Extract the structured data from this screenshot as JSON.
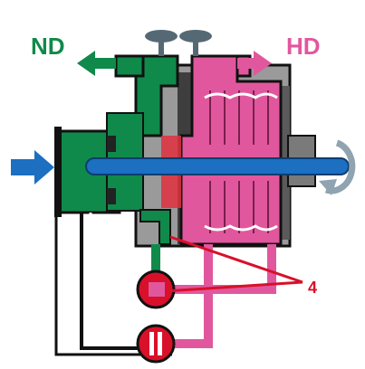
{
  "labels": {
    "low_pressure": "ND",
    "high_pressure": "HD",
    "callout": "4"
  },
  "colors": {
    "low_pressure": "#0f8a4a",
    "high_pressure": "#e1579e",
    "inlet_shaft": "#1c6fc1",
    "valve": "#d8102a",
    "casing_dark": "#3e3e3e",
    "casing_grey": "#8a8a8a",
    "valve_handle": "#556975",
    "outline": "#111111"
  },
  "icons": {
    "inlet": "arrow-right-icon",
    "low_pressure_outlet": "arrow-left-icon",
    "high_pressure_outlet": "arrow-right-icon",
    "rotation": "rotation-arrow-icon"
  }
}
